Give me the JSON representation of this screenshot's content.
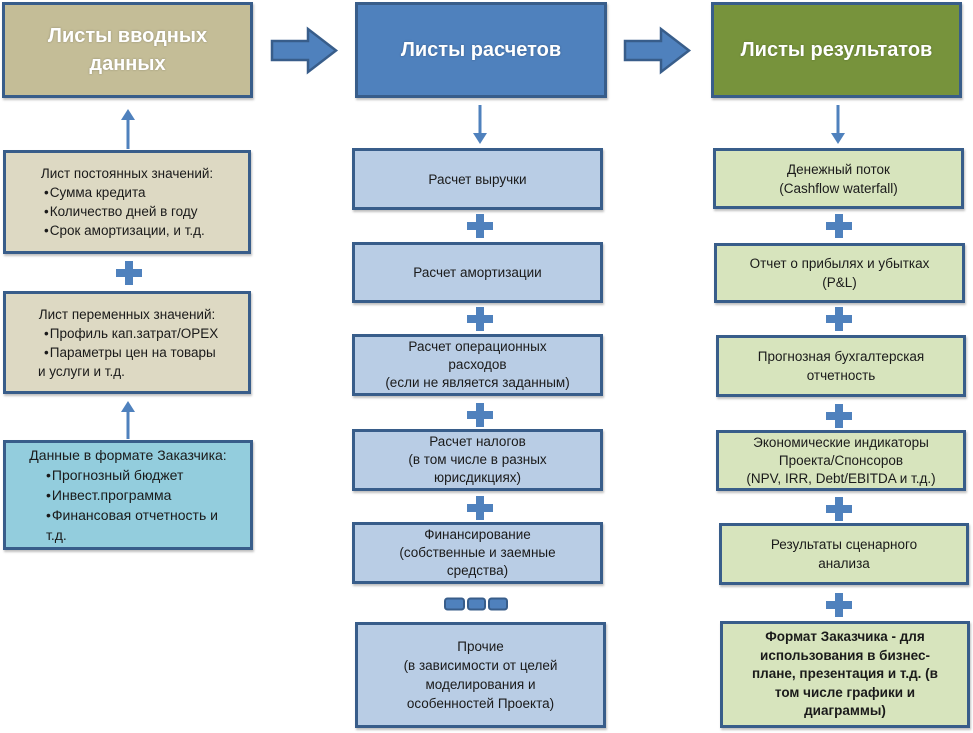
{
  "colors": {
    "border": "#385D8A",
    "arrow": "#4F81BD",
    "input_header": "#C4BD97",
    "calc_header": "#4F81BD",
    "results_header": "#77933C",
    "input_box": "#DDD9C3",
    "client_box": "#93CDDD",
    "calc_box": "#B9CDE5",
    "results_box": "#D7E4BD"
  },
  "headers": {
    "input": [
      "Листы вводных",
      "данных"
    ],
    "calc": "Листы расчетов",
    "results": "Листы результатов"
  },
  "input_column": {
    "constants": {
      "title": "Лист постоянных значений:",
      "items": [
        "Сумма кредита",
        "Количество дней в году",
        "Срок амортизации, и т.д."
      ]
    },
    "variables": {
      "title": "Лист переменных значений:",
      "items": [
        "Профиль кап.затрат/OPEX",
        "Параметры цен на товары"
      ],
      "continuation": "и услуги и т.д."
    },
    "client_data": {
      "title": "Данные в формате Заказчика:",
      "items": [
        "Прогнозный бюджет",
        "Инвест.программа",
        "Финансовая отчетность и"
      ],
      "continuation": "т.д."
    }
  },
  "calc_column": {
    "items": [
      [
        "Расчет выручки"
      ],
      [
        "Расчет амортизации"
      ],
      [
        "Расчет операционных",
        "расходов",
        "(если не является заданным)"
      ],
      [
        "Расчет налогов",
        "(в том числе в разных",
        "юрисдикциях)"
      ],
      [
        "Финансирование",
        "(собственные и заемные",
        "средства)"
      ]
    ],
    "other": [
      "Прочие",
      "(в зависимости от целей",
      "моделирования и",
      "особенностей Проекта)"
    ]
  },
  "results_column": {
    "items": [
      [
        "Денежный поток",
        "(Cashflow waterfall)"
      ],
      [
        "Отчет о прибылях и убытках",
        "(P&L)"
      ],
      [
        "Прогнозная бухгалтерская",
        "отчетность"
      ],
      [
        "Экономические индикаторы",
        "Проекта/Спонсоров",
        "(NPV, IRR, Debt/EBITDA и т.д.)"
      ],
      [
        "Результаты сценарного",
        "анализа"
      ],
      [
        "Формат Заказчика  - для",
        "использования в бизнес-",
        "плане, презентация и т.д. (в",
        "том числе графики и",
        "диаграммы)"
      ]
    ]
  }
}
